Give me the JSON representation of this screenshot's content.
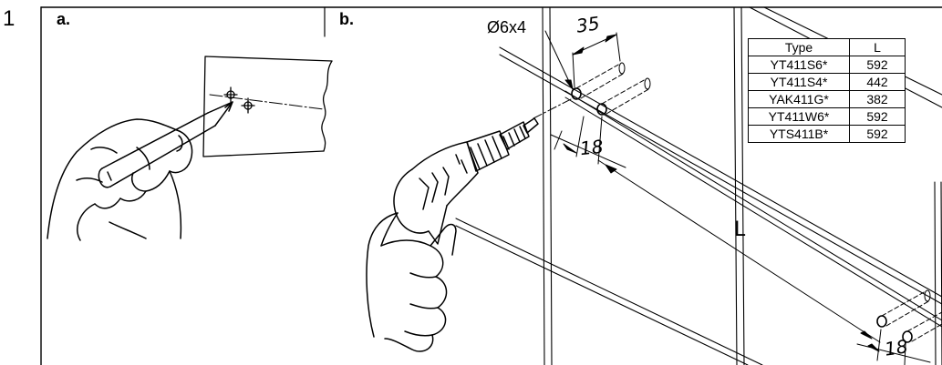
{
  "step_number": "1",
  "panels": {
    "a": {
      "label": "a."
    },
    "b": {
      "label": "b."
    }
  },
  "dimensions": {
    "hole": "Ø6x4",
    "depth": "35",
    "offset_top": "18",
    "length": "L",
    "offset_bottom": "18"
  },
  "spec_table": {
    "headers": [
      "Type",
      "L"
    ],
    "rows": [
      {
        "type": "YT411S6*",
        "length": "592"
      },
      {
        "type": "YT411S4*",
        "length": "442"
      },
      {
        "type": "YAK411G*",
        "length": "382"
      },
      {
        "type": "YT411W6*",
        "length": "592"
      },
      {
        "type": "YTS411B*",
        "length": "592"
      }
    ]
  },
  "colors": {
    "line": "#000000",
    "background": "#ffffff"
  },
  "icons": [
    "pencil-icon",
    "drill-icon"
  ]
}
